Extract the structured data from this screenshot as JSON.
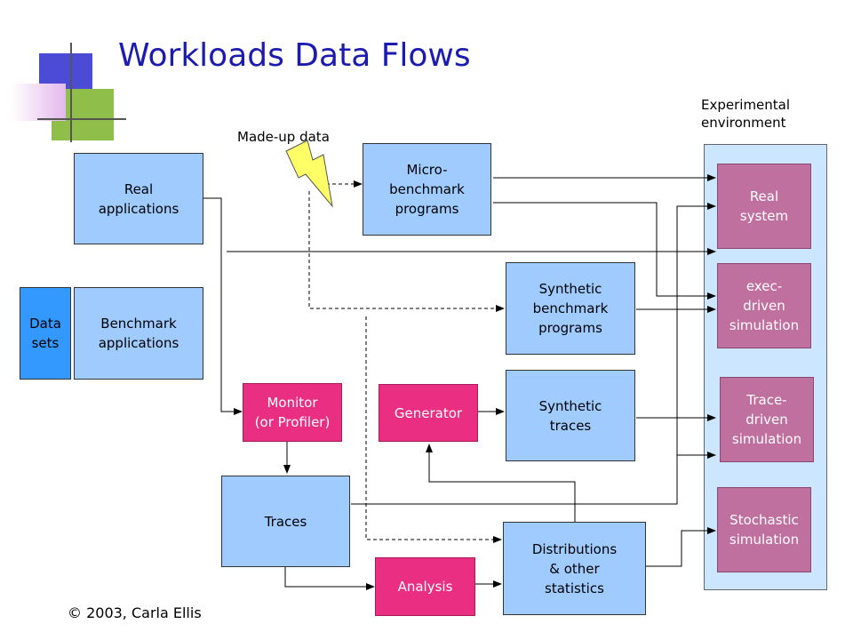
{
  "slide": {
    "title": "Workloads Data Flows",
    "footer": "© 2003, Carla Ellis",
    "made_up_label": "Made-up data",
    "env_label": "Experimental\nenvironment"
  },
  "boxes": {
    "real_apps": "Real\napplications",
    "datasets": "Data\nsets",
    "benchmark_apps": "Benchmark\napplications",
    "micro": "Micro-\nbenchmark\nprograms",
    "synth_bench": "Synthetic\nbenchmark\nprograms",
    "monitor": "Monitor\n(or Profiler)",
    "generator": "Generator",
    "synth_traces": "Synthetic\ntraces",
    "traces": "Traces",
    "analysis": "Analysis",
    "distributions": "Distributions\n& other\nstatistics",
    "real_system": "Real\nsystem",
    "exec_sim": "exec-\ndriven\nsimulation",
    "trace_sim": "Trace-\ndriven\nsimulation",
    "stochastic_sim": "Stochastic\nsimulation"
  },
  "colors": {
    "title": "#1b1bb0",
    "light_blue_box": "#9fcbff",
    "mauve_box": "#c0709e",
    "pink_box": "#ea2f82",
    "datasets_box": "#3399ff",
    "env_panel": "#cde6ff",
    "lightning": "#ffff66"
  },
  "icons": {
    "made_up": "lightning-bolt-icon"
  }
}
